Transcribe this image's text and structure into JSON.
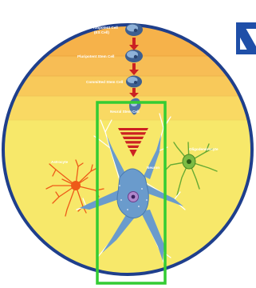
{
  "stages": {
    "totipotent_line1": "Totipotent Cell",
    "totipotent_line2": "(ES Cell)",
    "pluripotent": "Pluripotent Stem Cell",
    "committed": "Committed Stem Cell",
    "neural": "Neural Stem Cell"
  },
  "cells": {
    "astrocyte": "Astrocyte",
    "oligodendrocyte": "Oligodendrocyte",
    "neuron": "Neuron"
  },
  "colors": {
    "band_top": "#f6b24a",
    "band_2": "#f7bd55",
    "band_3": "#f8c95a",
    "band_4": "#f9d963",
    "band_bottom": "#f7e86a",
    "disc_border": "#1f3f8c",
    "arrow_red": "#cc2222",
    "highlight_box": "#33cc33",
    "astrocyte": "#ee5a18",
    "oligodendrocyte": "#66aa33",
    "neuron": "#6a9bcc",
    "heading_blue": "#1f4fa8"
  }
}
